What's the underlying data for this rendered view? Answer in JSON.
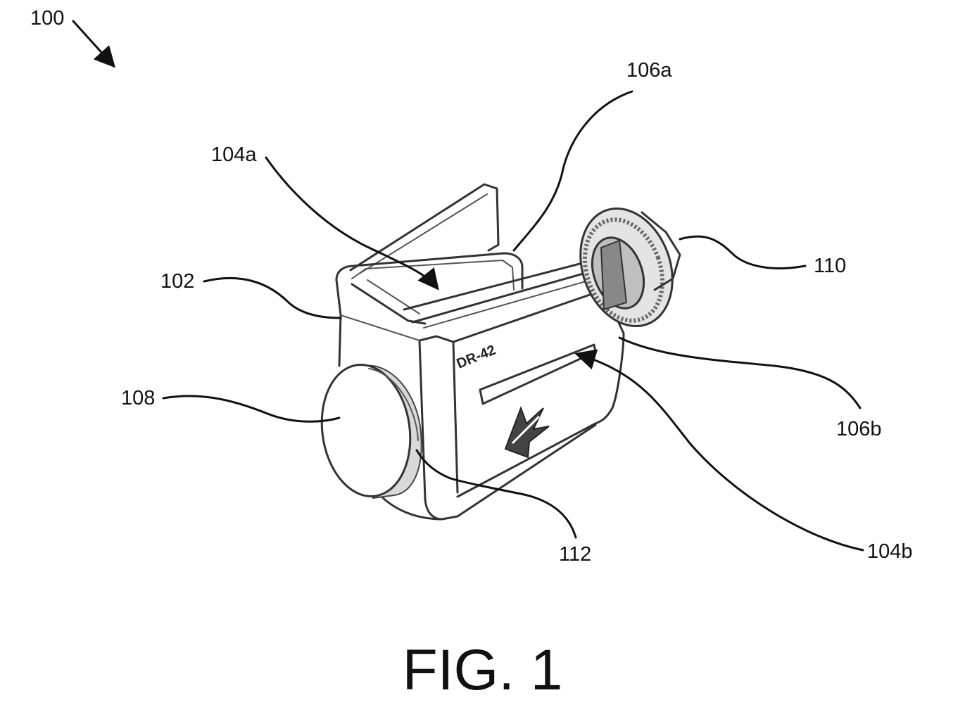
{
  "figure": {
    "caption": "FIG. 1",
    "device_marking": "DR-42",
    "reference_labels": {
      "assembly": "100",
      "housing": "102",
      "slot_a": "104a",
      "slot_b": "104b",
      "edge_a": "106a",
      "edge_b": "106b",
      "knob": "108",
      "nut": "110",
      "collar": "112"
    }
  }
}
